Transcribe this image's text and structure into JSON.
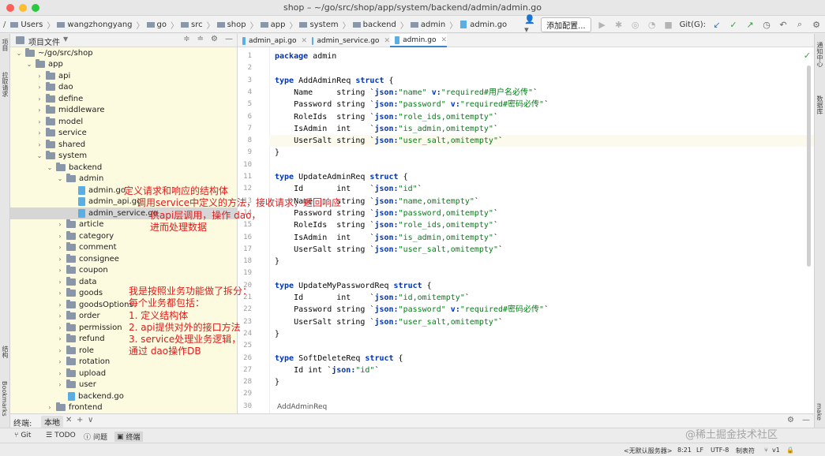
{
  "window": {
    "title": "shop – ~/go/src/shop/app/system/backend/admin/admin.go"
  },
  "navbar": {
    "crumbs": [
      "Users",
      "wangzhongyang",
      "go",
      "src",
      "shop",
      "app",
      "system",
      "backend",
      "admin",
      "admin.go"
    ],
    "add_config": "添加配置...",
    "git_label": "Git(G):"
  },
  "left_strip": {
    "tab1": "项目",
    "tab2": "拉取请求",
    "tab3": "结构",
    "tab4": "Bookmarks"
  },
  "right_strip": {
    "tab1": "通知中心",
    "tab2": "数据库",
    "tab3": "make"
  },
  "project": {
    "title": "项目文件",
    "tree": [
      {
        "label": "~/go/src/shop",
        "depth": 0,
        "type": "folder",
        "open": true
      },
      {
        "label": "app",
        "depth": 1,
        "type": "folder",
        "open": true
      },
      {
        "label": "api",
        "depth": 2,
        "type": "folder",
        "open": false
      },
      {
        "label": "dao",
        "depth": 2,
        "type": "folder",
        "open": false
      },
      {
        "label": "define",
        "depth": 2,
        "type": "folder",
        "open": false
      },
      {
        "label": "middleware",
        "depth": 2,
        "type": "folder",
        "open": false
      },
      {
        "label": "model",
        "depth": 2,
        "type": "folder",
        "open": false
      },
      {
        "label": "service",
        "depth": 2,
        "type": "folder",
        "open": false
      },
      {
        "label": "shared",
        "depth": 2,
        "type": "folder",
        "open": false
      },
      {
        "label": "system",
        "depth": 2,
        "type": "folder",
        "open": true
      },
      {
        "label": "backend",
        "depth": 3,
        "type": "folder",
        "open": true
      },
      {
        "label": "admin",
        "depth": 4,
        "type": "folder",
        "open": true
      },
      {
        "label": "admin.go",
        "depth": 5,
        "type": "file"
      },
      {
        "label": "admin_api.go",
        "depth": 5,
        "type": "file"
      },
      {
        "label": "admin_service.go",
        "depth": 5,
        "type": "file",
        "selected": true
      },
      {
        "label": "article",
        "depth": 4,
        "type": "folder",
        "open": false
      },
      {
        "label": "category",
        "depth": 4,
        "type": "folder",
        "open": false
      },
      {
        "label": "comment",
        "depth": 4,
        "type": "folder",
        "open": false
      },
      {
        "label": "consignee",
        "depth": 4,
        "type": "folder",
        "open": false
      },
      {
        "label": "coupon",
        "depth": 4,
        "type": "folder",
        "open": false
      },
      {
        "label": "data",
        "depth": 4,
        "type": "folder",
        "open": false
      },
      {
        "label": "goods",
        "depth": 4,
        "type": "folder",
        "open": false
      },
      {
        "label": "goodsOptions",
        "depth": 4,
        "type": "folder",
        "open": false
      },
      {
        "label": "order",
        "depth": 4,
        "type": "folder",
        "open": false
      },
      {
        "label": "permission",
        "depth": 4,
        "type": "folder",
        "open": false
      },
      {
        "label": "refund",
        "depth": 4,
        "type": "folder",
        "open": false
      },
      {
        "label": "role",
        "depth": 4,
        "type": "folder",
        "open": false
      },
      {
        "label": "rotation",
        "depth": 4,
        "type": "folder",
        "open": false
      },
      {
        "label": "upload",
        "depth": 4,
        "type": "folder",
        "open": false
      },
      {
        "label": "user",
        "depth": 4,
        "type": "folder",
        "open": false
      },
      {
        "label": "backend.go",
        "depth": 4,
        "type": "file"
      },
      {
        "label": "frontend",
        "depth": 3,
        "type": "folder",
        "open": false
      }
    ]
  },
  "editor": {
    "tabs": [
      {
        "label": "admin_api.go",
        "active": false
      },
      {
        "label": "admin_service.go",
        "active": false
      },
      {
        "label": "admin.go",
        "active": true
      }
    ],
    "highlight_line": 8,
    "lines": [
      [
        [
          "kw",
          "package"
        ],
        [
          "t",
          " admin"
        ]
      ],
      [],
      [
        [
          "kw",
          "type"
        ],
        [
          "t",
          " AddAdminReq "
        ],
        [
          "kw",
          "struct"
        ],
        [
          "t",
          " {"
        ]
      ],
      [
        [
          "t",
          "    Name     string `"
        ],
        [
          "kw",
          "json:"
        ],
        [
          "tg",
          "\"name\""
        ],
        [
          "t",
          " "
        ],
        [
          "kw",
          "v:"
        ],
        [
          "tg",
          "\"required#用户名必传\""
        ],
        [
          "t",
          "`"
        ]
      ],
      [
        [
          "t",
          "    Password string `"
        ],
        [
          "kw",
          "json:"
        ],
        [
          "tg",
          "\"password\""
        ],
        [
          "t",
          " "
        ],
        [
          "kw",
          "v:"
        ],
        [
          "tg",
          "\"required#密码必传\""
        ],
        [
          "t",
          "`"
        ]
      ],
      [
        [
          "t",
          "    RoleIds  string `"
        ],
        [
          "kw",
          "json:"
        ],
        [
          "tg",
          "\"role_ids,omitempty\""
        ],
        [
          "t",
          "`"
        ]
      ],
      [
        [
          "t",
          "    IsAdmin  int    `"
        ],
        [
          "kw",
          "json:"
        ],
        [
          "tg",
          "\"is_admin,omitempty\""
        ],
        [
          "t",
          "`"
        ]
      ],
      [
        [
          "t",
          "    UserSalt string `"
        ],
        [
          "kw",
          "json:"
        ],
        [
          "tg",
          "\"user_salt,omitempty\""
        ],
        [
          "t",
          "`"
        ]
      ],
      [
        [
          "t",
          "}"
        ]
      ],
      [],
      [
        [
          "kw",
          "type"
        ],
        [
          "t",
          " UpdateAdminReq "
        ],
        [
          "kw",
          "struct"
        ],
        [
          "t",
          " {"
        ]
      ],
      [
        [
          "t",
          "    Id       int    `"
        ],
        [
          "kw",
          "json:"
        ],
        [
          "tg",
          "\"id\""
        ],
        [
          "t",
          "`"
        ]
      ],
      [
        [
          "t",
          "    Name     string `"
        ],
        [
          "kw",
          "json:"
        ],
        [
          "tg",
          "\"name,omitempty\""
        ],
        [
          "t",
          "`"
        ]
      ],
      [
        [
          "t",
          "    Password string `"
        ],
        [
          "kw",
          "json:"
        ],
        [
          "tg",
          "\"password,omitempty\""
        ],
        [
          "t",
          "`"
        ]
      ],
      [
        [
          "t",
          "    RoleIds  string `"
        ],
        [
          "kw",
          "json:"
        ],
        [
          "tg",
          "\"role_ids,omitempty\""
        ],
        [
          "t",
          "`"
        ]
      ],
      [
        [
          "t",
          "    IsAdmin  int    `"
        ],
        [
          "kw",
          "json:"
        ],
        [
          "tg",
          "\"is_admin,omitempty\""
        ],
        [
          "t",
          "`"
        ]
      ],
      [
        [
          "t",
          "    UserSalt string `"
        ],
        [
          "kw",
          "json:"
        ],
        [
          "tg",
          "\"user_salt,omitempty\""
        ],
        [
          "t",
          "`"
        ]
      ],
      [
        [
          "t",
          "}"
        ]
      ],
      [],
      [
        [
          "kw",
          "type"
        ],
        [
          "t",
          " UpdateMyPasswordReq "
        ],
        [
          "kw",
          "struct"
        ],
        [
          "t",
          " {"
        ]
      ],
      [
        [
          "t",
          "    Id       int    `"
        ],
        [
          "kw",
          "json:"
        ],
        [
          "tg",
          "\"id,omitempty\""
        ],
        [
          "t",
          "`"
        ]
      ],
      [
        [
          "t",
          "    Password string `"
        ],
        [
          "kw",
          "json:"
        ],
        [
          "tg",
          "\"password\""
        ],
        [
          "t",
          " "
        ],
        [
          "kw",
          "v:"
        ],
        [
          "tg",
          "\"required#密码必传\""
        ],
        [
          "t",
          "`"
        ]
      ],
      [
        [
          "t",
          "    UserSalt string `"
        ],
        [
          "kw",
          "json:"
        ],
        [
          "tg",
          "\"user_salt,omitempty\""
        ],
        [
          "t",
          "`"
        ]
      ],
      [
        [
          "t",
          "}"
        ]
      ],
      [],
      [
        [
          "kw",
          "type"
        ],
        [
          "t",
          " SoftDeleteReq "
        ],
        [
          "kw",
          "struct"
        ],
        [
          "t",
          " {"
        ]
      ],
      [
        [
          "t",
          "    Id int `"
        ],
        [
          "kw",
          "json:"
        ],
        [
          "tg",
          "\"id\""
        ],
        [
          "t",
          "`"
        ]
      ],
      [
        [
          "t",
          "}"
        ]
      ],
      [],
      []
    ],
    "footer_crumb": "AddAdminReq"
  },
  "terminal": {
    "label": "终端:",
    "tab": "本地",
    "plus": "+",
    "more": "∨"
  },
  "bottom_tools": {
    "git": "Git",
    "todo": "TODO",
    "problems": "问题",
    "terminal": "终端"
  },
  "status": {
    "server": "<无默认服务器>",
    "position": "8:21",
    "line_sep": "LF",
    "encoding": "UTF-8",
    "indent": "制表符",
    "branch": "v1"
  },
  "annotations": {
    "note1": "定义请求和响应的结构体",
    "note2": "调用service中定义的方法，接收请求，返回响应",
    "note3": "供api层调用，操作 dao，",
    "note4": "进而处理数据",
    "note5": "我是按照业务功能做了拆分：",
    "note6": "每个业务都包括：",
    "note7": "1. 定义结构体",
    "note8": "2. api提供对外的接口方法",
    "note9": "3. service处理业务逻辑，",
    "note10": "通过 dao操作DB"
  },
  "watermark": "@稀土掘金技术社区",
  "colors": {
    "keyword": "#0033b3",
    "tag": "#067d17",
    "annotation": "#e01b1b",
    "tree_bg": "#fcfadf"
  }
}
